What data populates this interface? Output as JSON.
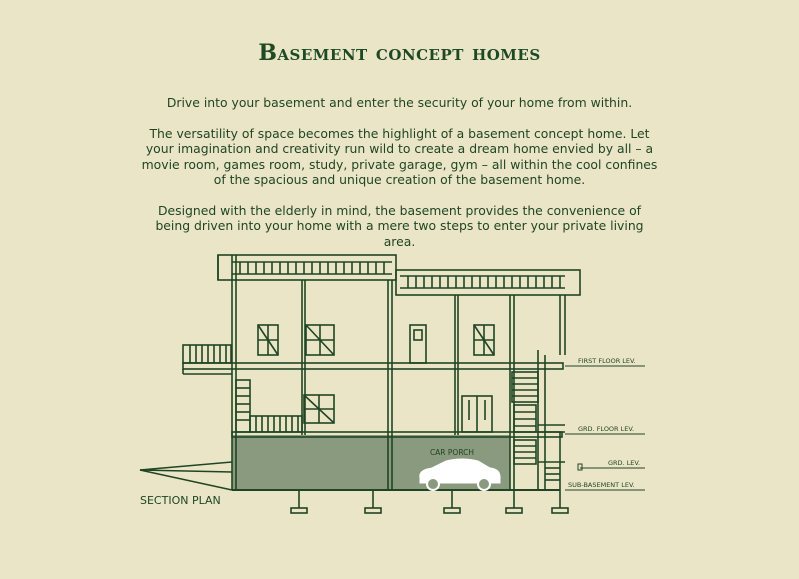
{
  "title": "Basement concept homes",
  "paragraphs": [
    "Drive into your basement and enter the security of your home from within.",
    "The versatility of space becomes the highlight of a basement concept home. Let your imagination and creativity run wild to create a dream home envied by all – a movie room, games room, study, private garage, gym – all within the cool confines of the spacious and unique creation of the basement home.",
    "Designed with the elderly in mind, the basement provides the convenience of being driven into your home with a mere two steps to enter your private living area."
  ],
  "drawing": {
    "caption": "SECTION PLAN",
    "car_label": "CAR PORCH",
    "levels": {
      "first_floor": "FIRST FLOOR LEV.",
      "ground_floor": "GRD. FLOOR LEV.",
      "ground": "GRD. LEV.",
      "sub_basement": "SUB-BASEMENT LEV."
    },
    "colors": {
      "background": "#ebe5c7",
      "line": "#1f4524",
      "basement_fill": "#8a9a7e"
    }
  }
}
